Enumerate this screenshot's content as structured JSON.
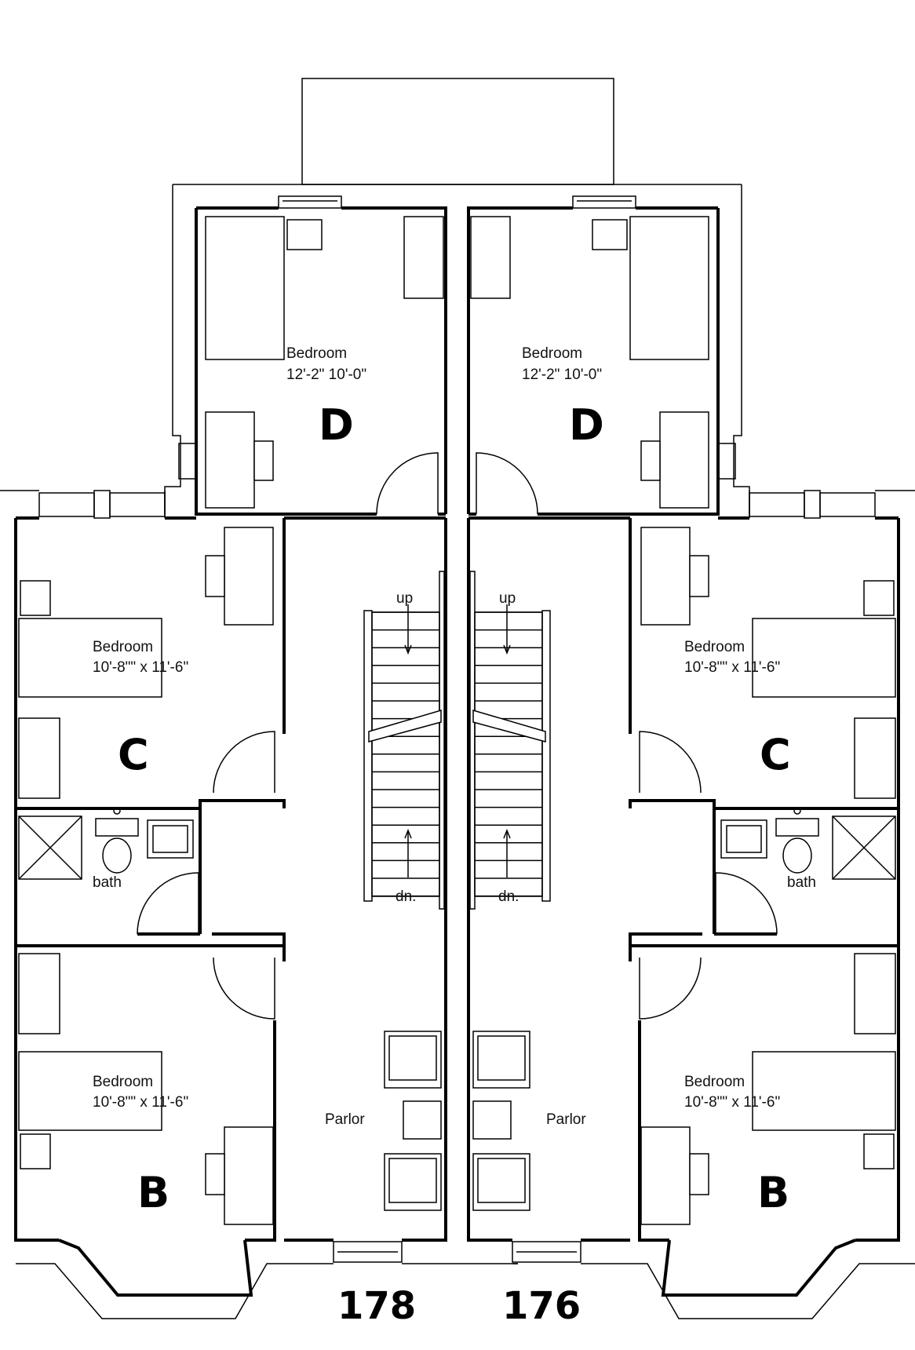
{
  "plan": {
    "left": {
      "bedroom_d": {
        "name": "Bedroom",
        "dims": "12'-2\" 10'-0\"",
        "letter": "D"
      },
      "bedroom_c": {
        "name": "Bedroom",
        "dims": "10'-8\"\" x 11'-6\"",
        "letter": "C"
      },
      "bedroom_b": {
        "name": "Bedroom",
        "dims": "10'-8\"\" x 11'-6\"",
        "letter": "B"
      },
      "bath": "bath",
      "parlor": "Parlor",
      "stair_up": "up",
      "stair_down": "dn.",
      "building_number": "178"
    },
    "right": {
      "bedroom_d": {
        "name": "Bedroom",
        "dims": "12'-2\" 10'-0\"",
        "letter": "D"
      },
      "bedroom_c": {
        "name": "Bedroom",
        "dims": "10'-8\"\" x 11'-6\"",
        "letter": "C"
      },
      "bedroom_b": {
        "name": "Bedroom",
        "dims": "10'-8\"\" x 11'-6\"",
        "letter": "B"
      },
      "bath": "bath",
      "parlor": "Parlor",
      "stair_up": "up",
      "stair_down": "dn.",
      "building_number": "176"
    }
  }
}
